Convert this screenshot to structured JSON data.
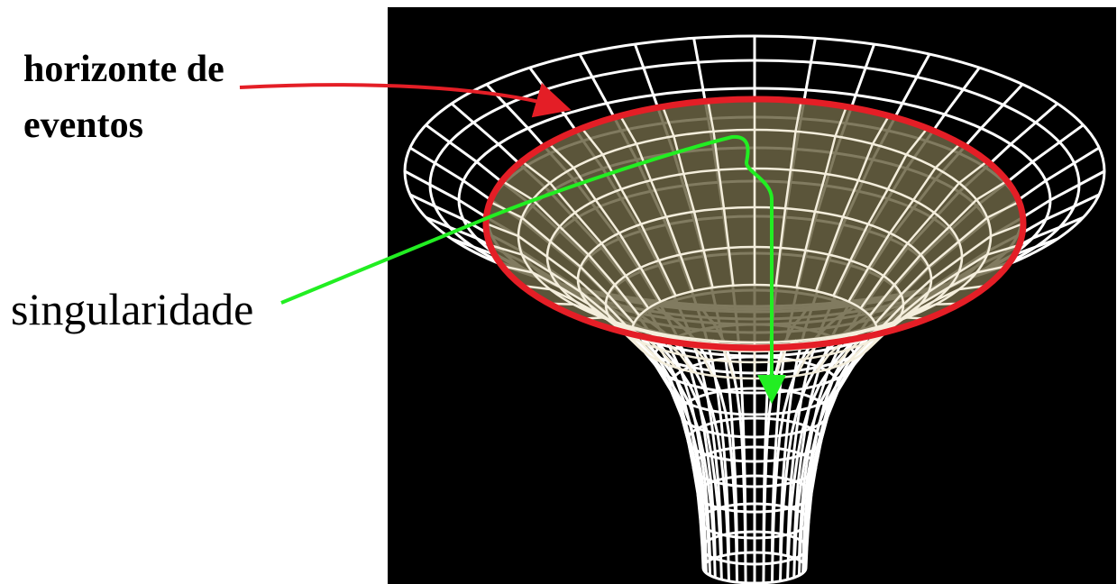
{
  "labels": {
    "event_horizon_line1": "horizonte de",
    "event_horizon_line2": "eventos",
    "singularity": "singularidade"
  },
  "colors": {
    "background_panel": "#000000",
    "grid_lines": "#ffffff",
    "horizon_fill": "#6b6444",
    "horizon_outline": "#e41e26",
    "horizon_arrow": "#e41e26",
    "singularity_arrow": "#22ee22",
    "label_text": "#000000"
  }
}
